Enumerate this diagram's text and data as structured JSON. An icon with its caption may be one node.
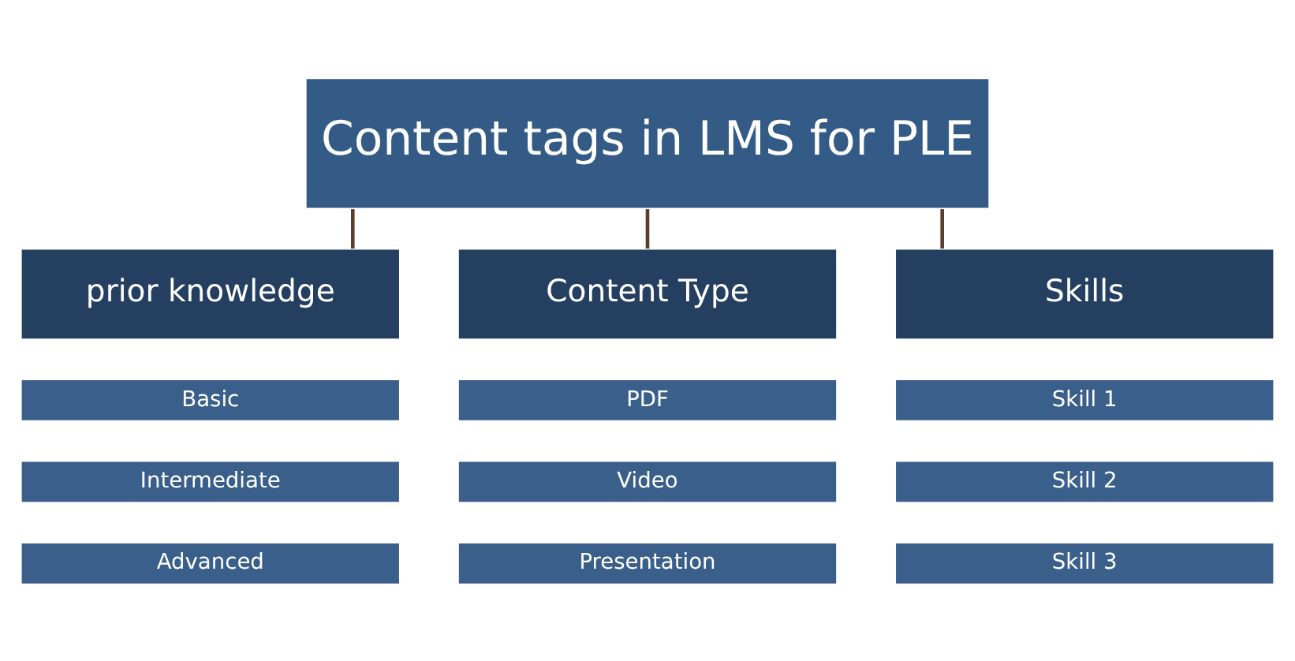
{
  "diagram": {
    "nodes": [
      {
        "text": [
          "Content tags in LMS for PLE"
        ]
      },
      {
        "text": [
          "prior knowledge"
        ]
      },
      {
        "text": [
          "Content Type"
        ]
      },
      {
        "text": [
          "Skills"
        ]
      },
      {
        "text": [
          "Basic"
        ]
      },
      {
        "text": [
          "PDF"
        ]
      },
      {
        "text": [
          "Skill 1"
        ]
      },
      {
        "text": [
          "Intermediate"
        ]
      },
      {
        "text": [
          "Video"
        ]
      },
      {
        "text": [
          "Skill 2"
        ]
      },
      {
        "text": [
          "Advanced"
        ]
      },
      {
        "text": [
          "Presentation"
        ]
      },
      {
        "text": [
          "Skill 3"
        ]
      }
    ],
    "edges": [
      {
        "from": 0,
        "to": 1,
        "arrow": "none"
      },
      {
        "from": 0,
        "to": 2,
        "arrow": "none"
      },
      {
        "from": 0,
        "to": 3,
        "arrow": "none"
      }
    ]
  }
}
